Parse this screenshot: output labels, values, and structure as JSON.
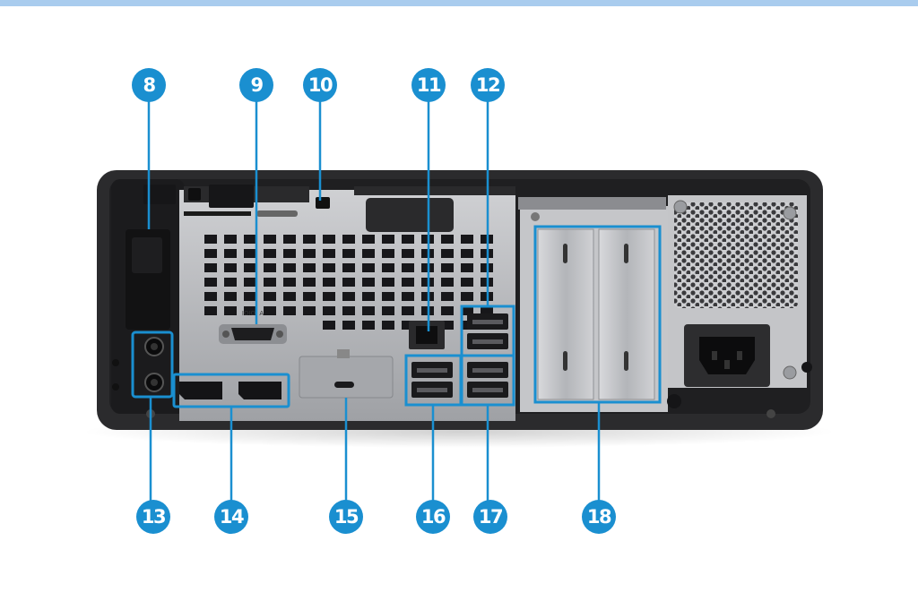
{
  "colors": {
    "accent": "#1a8fd0",
    "top_rule": "#a9ccee",
    "chassis": "#2b2b2d",
    "panel": "#b9babd"
  },
  "serial_label": "IOIOI A",
  "callouts": [
    {
      "id": "8",
      "label": "8",
      "description": "rear-i/o-bracket"
    },
    {
      "id": "9",
      "label": "9",
      "description": "serial-port"
    },
    {
      "id": "10",
      "label": "10",
      "description": "security-lock-slot"
    },
    {
      "id": "11",
      "label": "11",
      "description": "rj45-network-port"
    },
    {
      "id": "12",
      "label": "12",
      "description": "usb-ports-upper"
    },
    {
      "id": "13",
      "label": "13",
      "description": "audio-jacks"
    },
    {
      "id": "14",
      "label": "14",
      "description": "displayport-ports"
    },
    {
      "id": "15",
      "label": "15",
      "description": "optional-port-cover"
    },
    {
      "id": "16",
      "label": "16",
      "description": "usb-ports-left"
    },
    {
      "id": "17",
      "label": "17",
      "description": "usb-ports-right"
    },
    {
      "id": "18",
      "label": "18",
      "description": "expansion-slots"
    }
  ]
}
